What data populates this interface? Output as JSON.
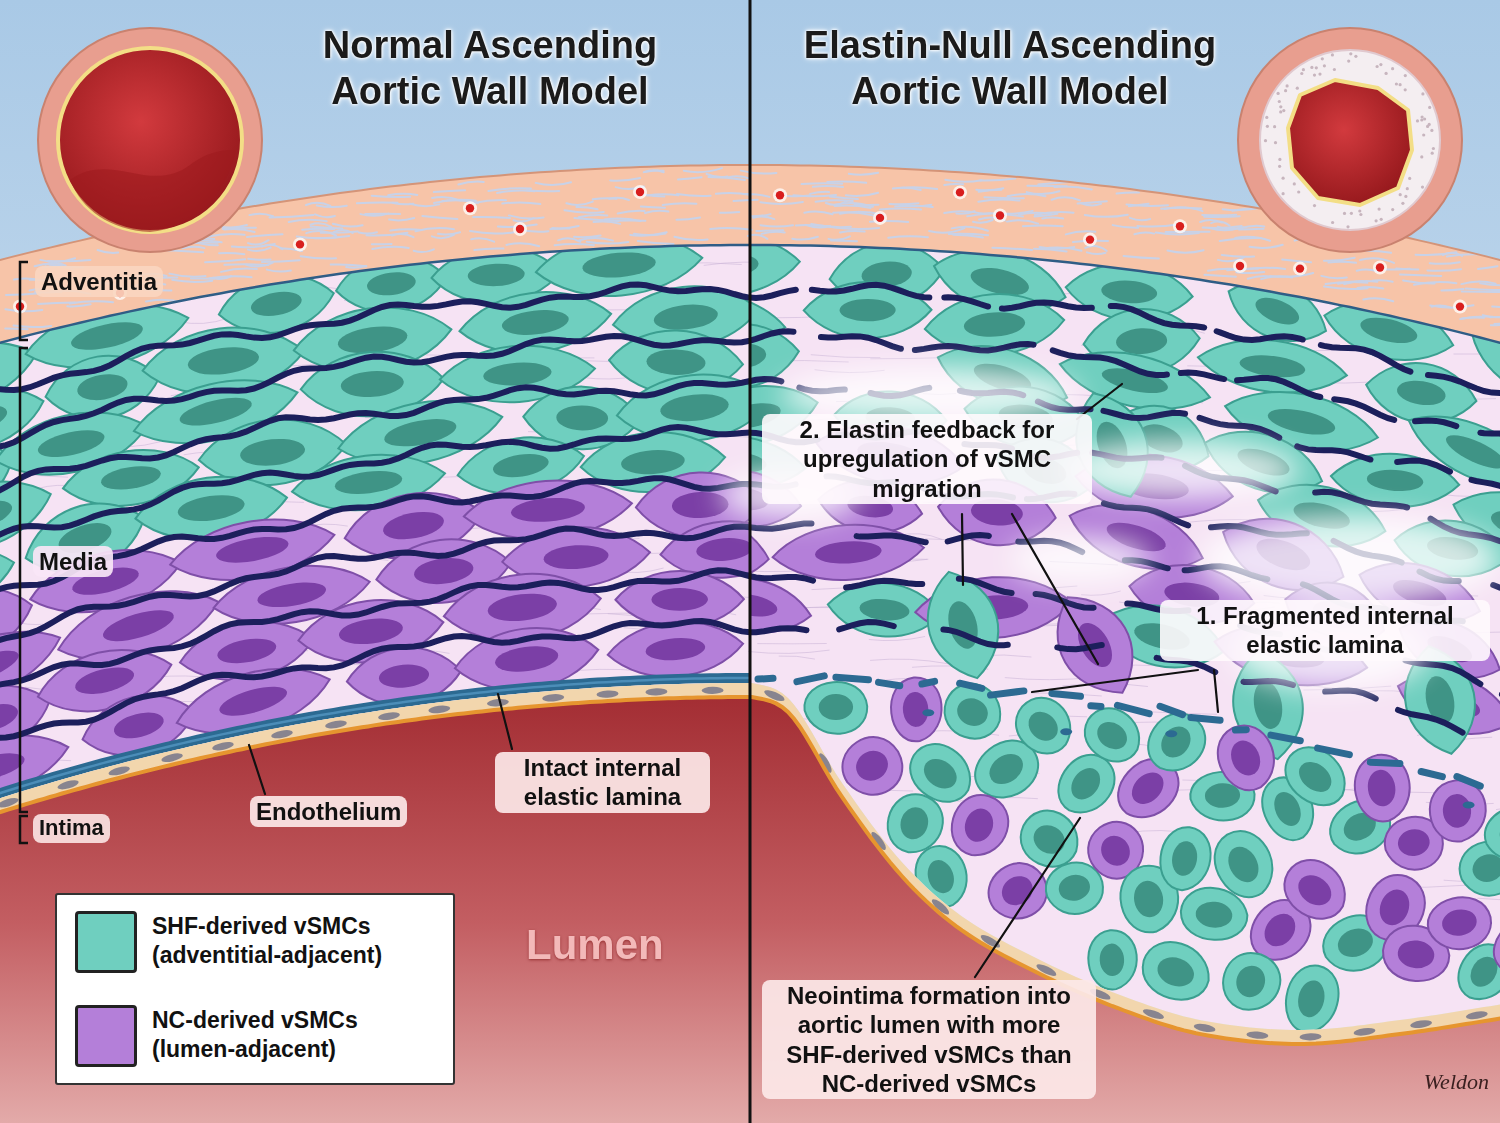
{
  "diagram": {
    "labels": [
      "Normal Ascending Aortic Wall Model",
      "Elastin-Null Ascending Aortic Wall Model",
      "Adventitia",
      "Media",
      "Intima",
      "Endothelium",
      "Intact internal elastic lamina",
      "Lumen",
      "2. Elastin feedback for upregulation of vSMC migration",
      "1. Fragmented internal elastic lamina",
      "Neointima formation into aortic lumen with more SHF-derived vSMCs than NC-derived vSMCs",
      "Weldon"
    ],
    "legend": [
      {
        "text": "SHF-derived vSMCs (adventitial-adjacent)",
        "color": "#6fcfbf"
      },
      {
        "text": "NC-derived vSMCs (lumen-adjacent)",
        "color": "#b47fd9"
      }
    ]
  }
}
